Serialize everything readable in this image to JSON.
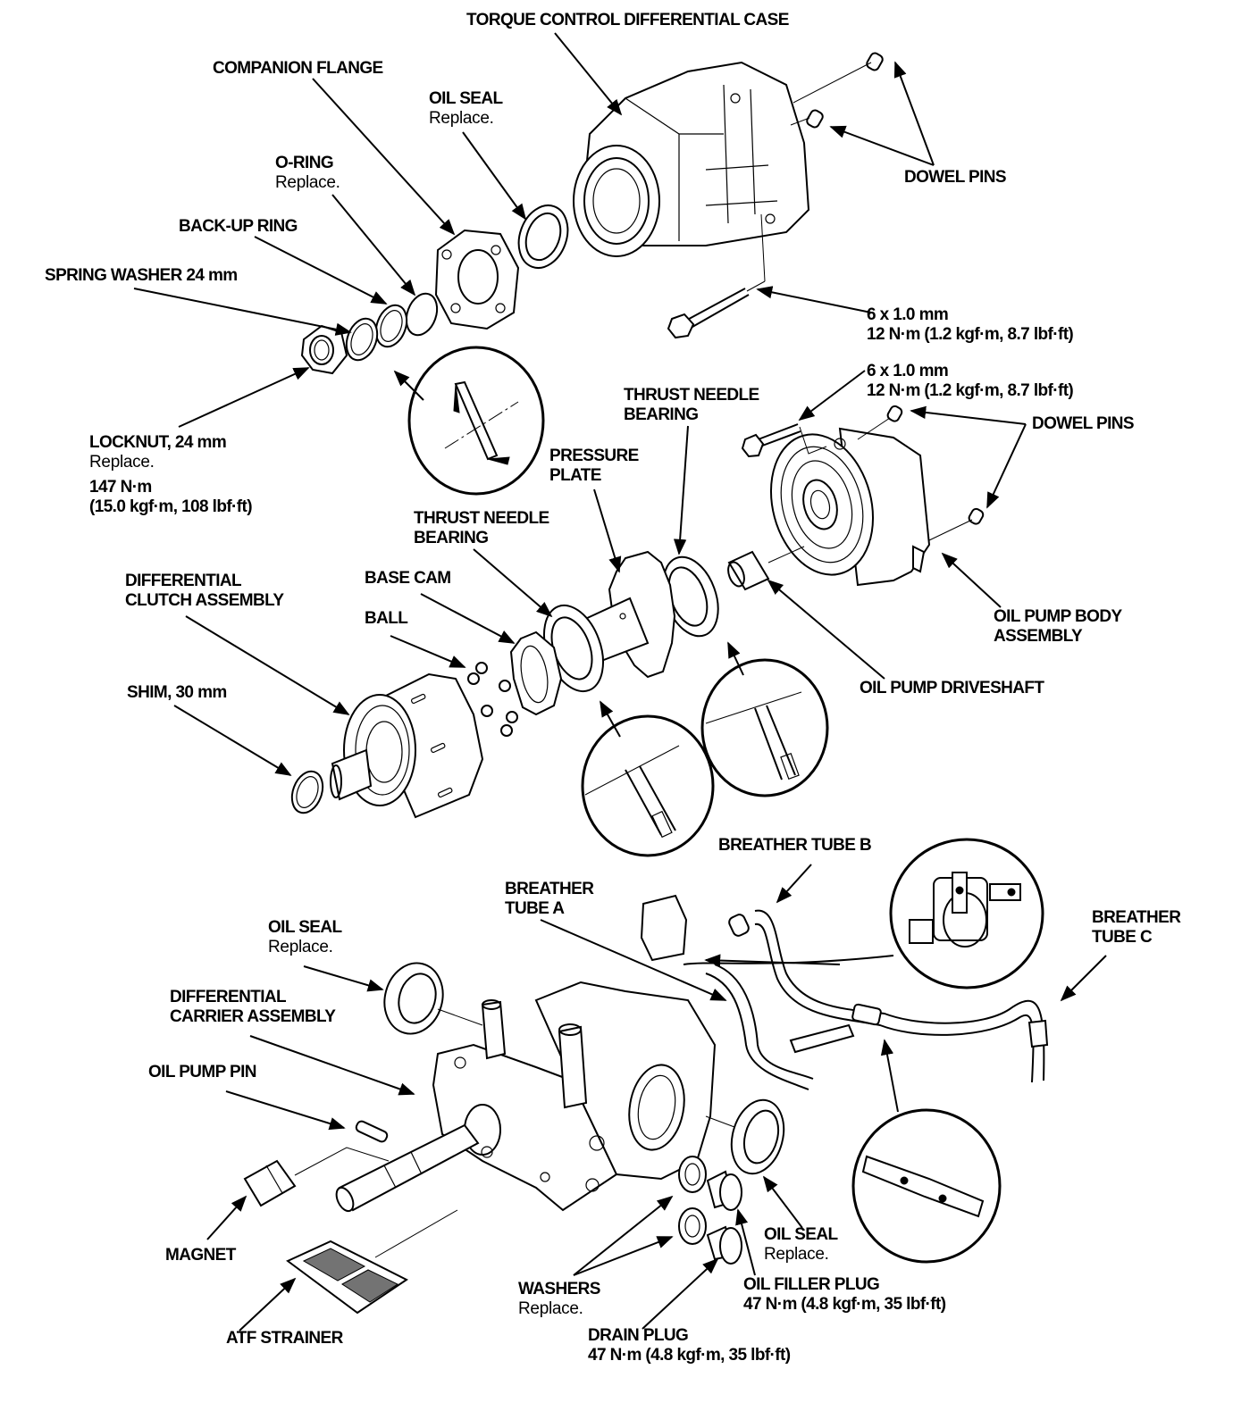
{
  "figure": {
    "title": "Exploded view: torque control differential / rear differential assembly",
    "ink_color": "#000000",
    "background_color": "#ffffff"
  },
  "labels": {
    "torque_control_differential_case": {
      "title": "TORQUE CONTROL DIFFERENTIAL CASE"
    },
    "companion_flange": {
      "title": "COMPANION FLANGE"
    },
    "oil_seal_upper": {
      "title": "OIL SEAL",
      "note": "Replace."
    },
    "o_ring": {
      "title": "O-RING",
      "note": "Replace."
    },
    "back_up_ring": {
      "title": "BACK-UP RING"
    },
    "spring_washer": {
      "title": "SPRING WASHER 24 mm"
    },
    "dowel_pins_upper": {
      "title": "DOWEL PINS"
    },
    "bolt_upper": {
      "size": "6 x 1.0 mm",
      "torque": "12 N·m (1.2 kgf·m, 8.7 lbf·ft)"
    },
    "locknut": {
      "title": "LOCKNUT, 24 mm",
      "note": "Replace.",
      "torque_line1": "147 N·m",
      "torque_line2": "(15.0 kgf·m, 108 lbf·ft)"
    },
    "bolt_pump": {
      "size": "6 x 1.0 mm",
      "torque": "12 N·m (1.2 kgf·m, 8.7 lbf·ft)"
    },
    "thrust_needle_bearing_right": {
      "line1": "THRUST NEEDLE",
      "line2": "BEARING"
    },
    "dowel_pins_pump": {
      "title": "DOWEL PINS"
    },
    "pressure_plate": {
      "line1": "PRESSURE",
      "line2": "PLATE"
    },
    "thrust_needle_bearing_left": {
      "line1": "THRUST NEEDLE",
      "line2": "BEARING"
    },
    "differential_clutch_assembly": {
      "line1": "DIFFERENTIAL",
      "line2": "CLUTCH ASSEMBLY"
    },
    "base_cam": {
      "title": "BASE CAM"
    },
    "ball": {
      "title": "BALL"
    },
    "oil_pump_body_assembly": {
      "line1": "OIL PUMP BODY",
      "line2": "ASSEMBLY"
    },
    "shim": {
      "title": "SHIM, 30 mm"
    },
    "oil_pump_driveshaft": {
      "title": "OIL PUMP DRIVESHAFT"
    },
    "breather_tube_b": {
      "title": "BREATHER TUBE B"
    },
    "breather_tube_a": {
      "line1": "BREATHER",
      "line2": "TUBE A"
    },
    "breather_tube_c": {
      "line1": "BREATHER",
      "line2": "TUBE C"
    },
    "oil_seal_left": {
      "title": "OIL SEAL",
      "note": "Replace."
    },
    "differential_carrier_assembly": {
      "line1": "DIFFERENTIAL",
      "line2": "CARRIER ASSEMBLY"
    },
    "oil_pump_pin": {
      "title": "OIL PUMP PIN"
    },
    "magnet": {
      "title": "MAGNET"
    },
    "oil_seal_right": {
      "title": "OIL SEAL",
      "note": "Replace."
    },
    "washers": {
      "title": "WASHERS",
      "note": "Replace."
    },
    "oil_filler_plug": {
      "title": "OIL FILLER PLUG",
      "torque": "47 N·m (4.8 kgf·m, 35 lbf·ft)"
    },
    "atf_strainer": {
      "title": "ATF STRAINER"
    },
    "drain_plug": {
      "title": "DRAIN PLUG",
      "torque": "47 N·m (4.8 kgf·m, 35 lbf·ft)"
    }
  },
  "detail_views": [
    {
      "name": "spring-washer-orientation"
    },
    {
      "name": "thrust-bearing-orientation-left"
    },
    {
      "name": "thrust-bearing-orientation-right"
    },
    {
      "name": "breather-tube-clip-detail"
    },
    {
      "name": "breather-tube-joint-detail"
    }
  ]
}
